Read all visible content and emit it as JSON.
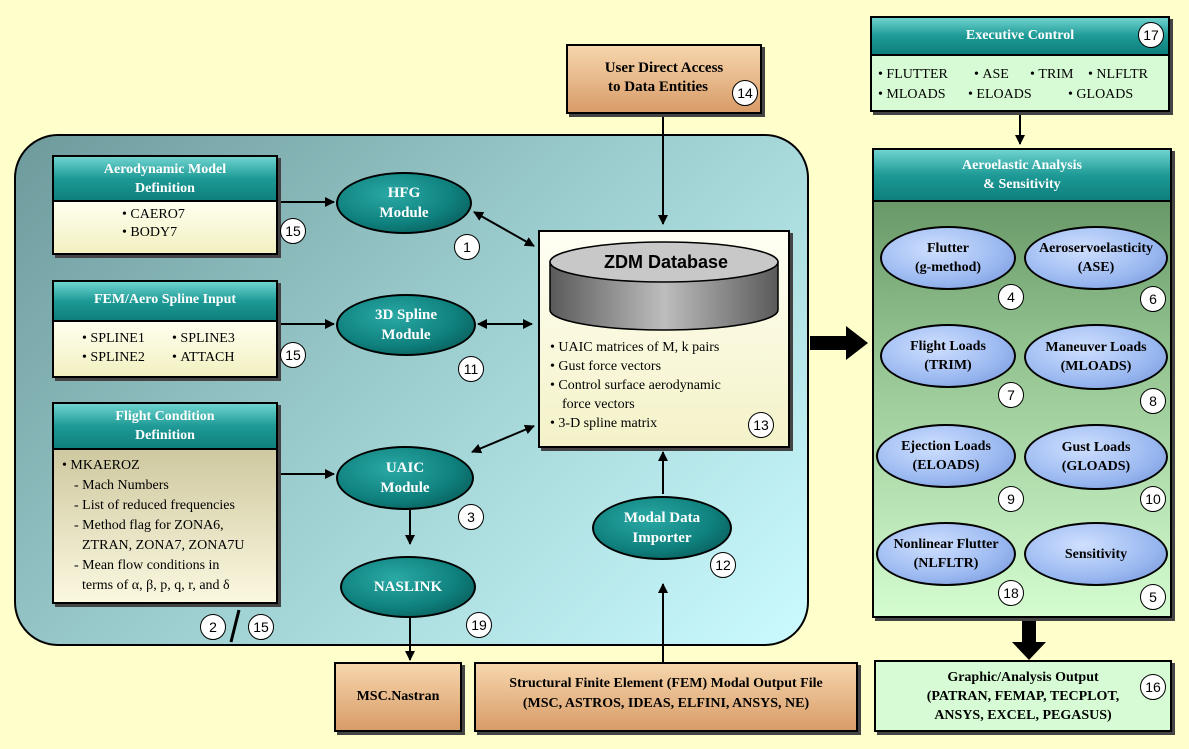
{
  "user_access": {
    "line1": "User Direct Access",
    "line2": "to Data Entities",
    "num": "14"
  },
  "aero_model": {
    "title1": "Aerodynamic Model",
    "title2": "Definition",
    "items": [
      "CAERO7",
      "BODY7"
    ],
    "num": "15"
  },
  "fem_spline": {
    "title": "FEM/Aero Spline Input",
    "items": [
      "SPLINE1",
      "SPLINE3",
      "SPLINE2",
      "ATTACH"
    ],
    "num": "15"
  },
  "flight_condition": {
    "title1": "Flight Condition",
    "title2": "Definition",
    "lines": [
      "MKAEROZ",
      "- Mach Numbers",
      "- List of reduced frequencies",
      "- Method flag for ZONA6,",
      "ZTRAN, ZONA7, ZONA7U",
      "- Mean flow conditions in",
      "terms of α, β, p, q, r, and δ"
    ],
    "num_a": "2",
    "num_b": "15"
  },
  "modules": {
    "hfg": {
      "line1": "HFG",
      "line2": "Module",
      "num": "1"
    },
    "spline3d": {
      "line1": "3D Spline",
      "line2": "Module",
      "num": "11"
    },
    "uaic": {
      "line1": "UAIC",
      "line2": "Module",
      "num": "3"
    },
    "naslink": {
      "line1": "NASLINK",
      "num": "19"
    },
    "modal": {
      "line1": "Modal Data",
      "line2": "Importer",
      "num": "12"
    }
  },
  "zdm": {
    "title": "ZDM Database",
    "items": [
      "UAIC matrices of M, k pairs",
      "Gust force vectors",
      "Control surface aerodynamic",
      "force vectors",
      "3-D spline matrix"
    ],
    "num": "13"
  },
  "msc_nastran": {
    "label": "MSC.Nastran"
  },
  "fem_output": {
    "line1": "Structural Finite Element (FEM) Modal Output File",
    "line2": "(MSC, ASTROS, IDEAS, ELFINI, ANSYS, NE)"
  },
  "exec_control": {
    "title": "Executive Control",
    "num": "17",
    "row1": [
      "FLUTTER",
      "ASE",
      "TRIM",
      "NLFLTR"
    ],
    "row2": [
      "MLOADS",
      "ELOADS",
      "GLOADS"
    ]
  },
  "aeroelastic": {
    "title1": "Aeroelastic Analysis",
    "title2": "& Sensitivity",
    "nodes": [
      {
        "line1": "Flutter",
        "line2": "(g-method)",
        "num": "4"
      },
      {
        "line1": "Aeroservoelasticity",
        "line2": "(ASE)",
        "num": "6"
      },
      {
        "line1": "Flight Loads",
        "line2": "(TRIM)",
        "num": "7"
      },
      {
        "line1": "Maneuver Loads",
        "line2": "(MLOADS)",
        "num": "8"
      },
      {
        "line1": "Ejection Loads",
        "line2": "(ELOADS)",
        "num": "9"
      },
      {
        "line1": "Gust Loads",
        "line2": "(GLOADS)",
        "num": "10"
      },
      {
        "line1": "Nonlinear Flutter",
        "line2": "(NLFLTR)",
        "num": "18"
      },
      {
        "line1": "Sensitivity",
        "line2": "",
        "num": "5"
      }
    ]
  },
  "graphic_output": {
    "line1": "Graphic/Analysis Output",
    "line2": "(PATRAN, FEMAP, TECPLOT,",
    "line3": "ANSYS, EXCEL, PEGASUS)",
    "num": "16"
  }
}
